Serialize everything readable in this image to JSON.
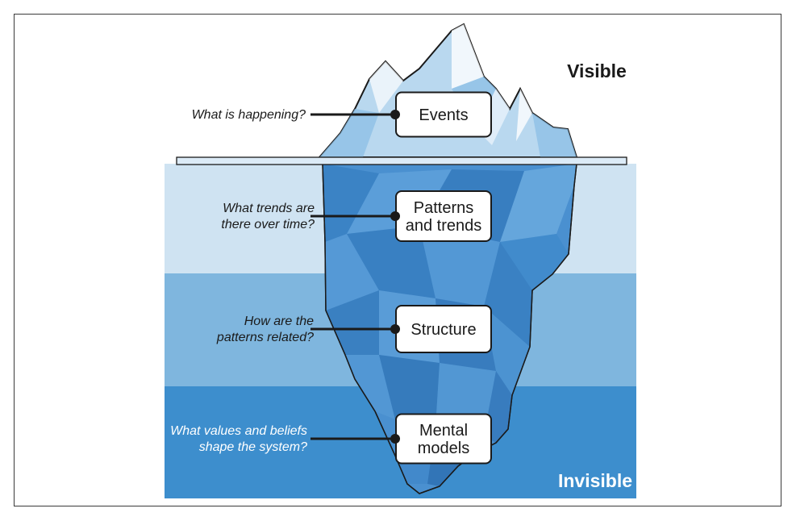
{
  "labels": {
    "visible": "Visible",
    "invisible": "Invisible"
  },
  "levels": [
    {
      "box_lines": [
        "Events"
      ],
      "question_lines": [
        "What is happening?"
      ]
    },
    {
      "box_lines": [
        "Patterns",
        "and trends"
      ],
      "question_lines": [
        "What trends are",
        "there over time?"
      ]
    },
    {
      "box_lines": [
        "Structure"
      ],
      "question_lines": [
        "How are the",
        "patterns related?"
      ]
    },
    {
      "box_lines": [
        "Mental",
        "models"
      ],
      "question_lines": [
        "What values and beliefs",
        "shape the system?"
      ]
    }
  ],
  "colors": {
    "band_1": "#cfe3f2",
    "band_2": "#7fb6de",
    "band_3": "#3d8ecd",
    "ice_above": "#b9d8ef",
    "ice_below": "#4a90d0",
    "outline": "#1a1a1a",
    "question_dark": "#1a1a1a",
    "question_light": "#ffffff"
  }
}
